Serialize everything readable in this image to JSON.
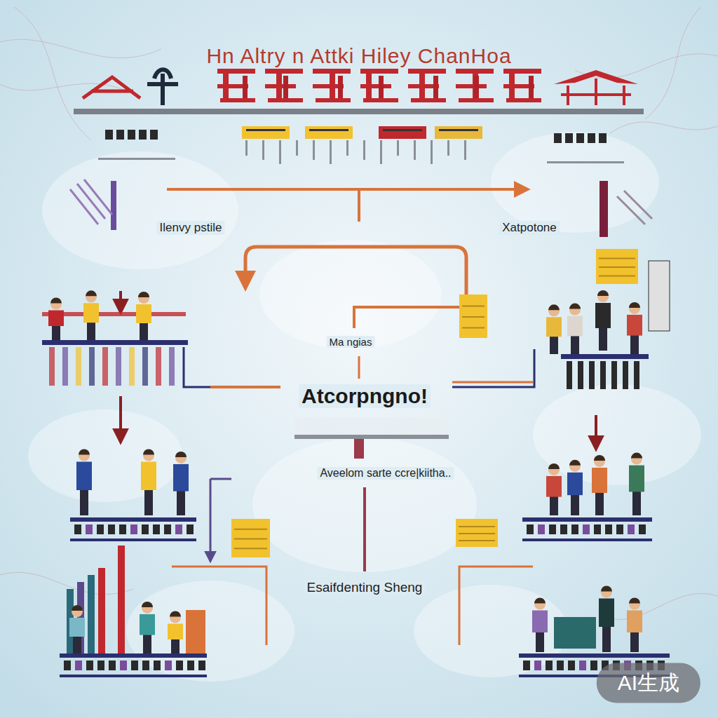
{
  "diagram": {
    "title": "Hn Altry n Attki Hiley ChanHoa",
    "labels": [
      "Ilenvy pstile",
      "Xatpotone",
      "Ma ngias",
      "Atcorpngno!",
      "Aveelom sarte ccre|kiitha..",
      "Esaifdenting Sheng",
      "AI生成"
    ]
  }
}
